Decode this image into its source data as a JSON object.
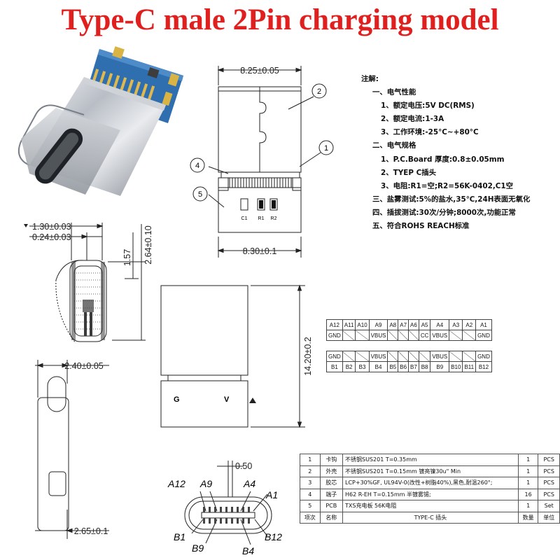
{
  "title": "Type-C male 2Pin charging model",
  "dims": {
    "top_width": "8.25±0.05",
    "pcb_width": "8.30±0.1",
    "side_w1": "1.30±0.03",
    "side_w2": "0.24±0.03",
    "side_h1": "1.57",
    "side_h2": "2.64±0.10",
    "side2_w": "2.40±0.05",
    "side2_bottom": "2.65±0.1",
    "front_height": "14.20±0.2",
    "pitch": "0.50"
  },
  "callouts": [
    "1",
    "2",
    "4",
    "5"
  ],
  "pcb_parts": [
    "C1",
    "R1",
    "R2"
  ],
  "front_marks": [
    "G",
    "V"
  ],
  "face_pins": {
    "top": [
      "A12",
      "A9",
      "A4",
      "A1"
    ],
    "bottom": [
      "B1",
      "B9",
      "B4",
      "B12"
    ]
  },
  "notes": {
    "heading": "注解:",
    "lines": [
      {
        "indent": 1,
        "text": "一、电气性能"
      },
      {
        "indent": 2,
        "text": "1、额定电压:5V DC(RMS)"
      },
      {
        "indent": 2,
        "text": "2、额定电流:1-3A"
      },
      {
        "indent": 2,
        "text": "3、工作环境:-25°C~+80°C"
      },
      {
        "indent": 1,
        "text": "二、电气规格"
      },
      {
        "indent": 2,
        "text": "1、P.C.Board 厚度:0.8±0.05mm"
      },
      {
        "indent": 2,
        "text": "2、TYEP C插头"
      },
      {
        "indent": 2,
        "text": "3、电阻:R1=空;R2=56K-0402,C1空"
      },
      {
        "indent": 1,
        "text": "三、盐雾测试:5%的盐水,35℃,24H表面无氧化"
      },
      {
        "indent": 1,
        "text": "四、插拔测试:30次/分钟;8000次,功能正常"
      },
      {
        "indent": 1,
        "text": "五、符合ROHS REACH标准"
      }
    ]
  },
  "pin_table": {
    "a_row": [
      "A12",
      "A11",
      "A10",
      "A9",
      "A8",
      "A7",
      "A6",
      "A5",
      "A4",
      "A3",
      "A2",
      "A1"
    ],
    "a_sig": [
      "GND",
      "",
      "",
      "VBUS",
      "",
      "",
      "",
      "CC",
      "VBUS",
      "",
      "",
      "GND"
    ],
    "b_sig": [
      "GND",
      "",
      "",
      "VBUS",
      "",
      "",
      "",
      "",
      "VBUS",
      "",
      "",
      "GND"
    ],
    "b_row": [
      "B1",
      "B2",
      "B3",
      "B4",
      "B5",
      "B6",
      "B7",
      "B8",
      "B9",
      "B10",
      "B11",
      "B12"
    ]
  },
  "bom": {
    "rows": [
      [
        "1",
        "卡钩",
        "不锈钢SUS201 T=0.35mm",
        "1",
        "PCS"
      ],
      [
        "2",
        "外壳",
        "不锈钢SUS201 T=0.15mm 镀亮镍30u\" Min",
        "1",
        "PCS"
      ],
      [
        "3",
        "胶芯",
        "LCP+30%GF, UL94V-0(改性+树脂40%),黑色,耐温260°;",
        "1",
        "PCS"
      ],
      [
        "4",
        "端子",
        "H62 R-EH T=0.15mm 半镀雾锡;",
        "16",
        "PCS"
      ],
      [
        "5",
        "PCB",
        "TXS充电板 56K电阻",
        "1",
        "Set"
      ]
    ],
    "header": [
      "项次",
      "名称",
      "TYPE-C 插头",
      "数量",
      "单位"
    ]
  }
}
